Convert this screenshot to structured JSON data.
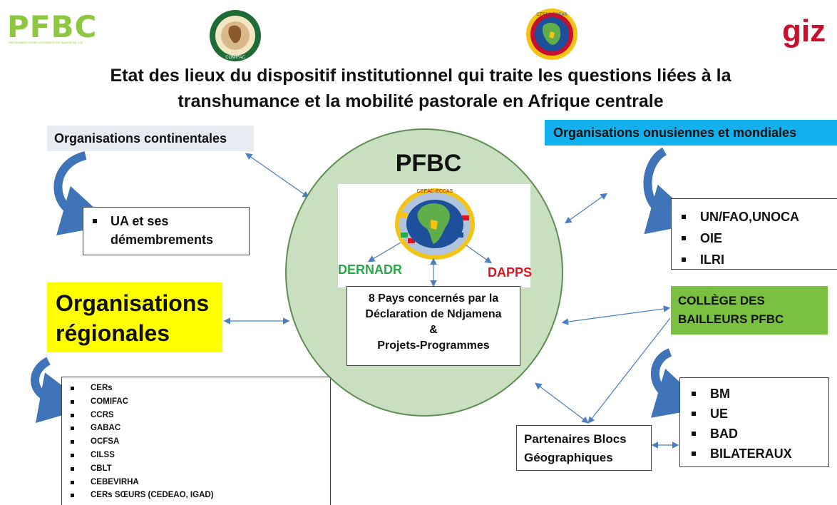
{
  "logos": {
    "pfbc_text": "PFBC",
    "pfbc_tagline": "PARTENARIAT POUR LES FORETS DU BASSIN DU CONGO",
    "comifac_ring": "COMIFAC",
    "ceeac_ring": "CEEAC-ECCAS",
    "giz_text": "giz"
  },
  "title_line1": "Etat des lieux du dispositif institutionnel qui traite les questions liées à la",
  "title_line2": "transhumance et la mobilité pastorale en Afrique centrale",
  "continental": {
    "header": "Organisations continentales",
    "items": [
      "UA et ses",
      "démembrements"
    ]
  },
  "regional": {
    "header_line1": "Organisations",
    "header_line2": "régionales",
    "items": [
      "CERs",
      "COMIFAC",
      "CCRS",
      "GABAC",
      "OCFSA",
      "CILSS",
      "CBLT",
      "CEBEVIRHA",
      "CERs SŒURS (CEDEAO, IGAD)"
    ]
  },
  "onu": {
    "header": "Organisations onusiennes et mondiales",
    "items": [
      "UN/FAO,UNOCA",
      "OIE",
      "ILRI"
    ]
  },
  "center": {
    "title": "PFBC",
    "left_label": "DERNADR",
    "right_label": "DAPPS",
    "box_line1": "8 Pays concernés par la",
    "box_line2": "Déclaration de Ndjamena",
    "box_line3": "&",
    "box_line4": "Projets-Programmes"
  },
  "college": {
    "line1": "COLLÈGE DES",
    "line2": "BAILLEURS PFBC",
    "items": [
      "BM",
      "UE",
      "BAD",
      "BILATERAUX"
    ]
  },
  "partenaires": {
    "line1": "Partenaires Blocs",
    "line2": "Géographiques"
  },
  "colors": {
    "pfbc_green": "#8dc63f",
    "giz_red": "#c8102e",
    "onu_blue": "#13b0ee",
    "regional_yellow": "#ffff00",
    "college_green": "#7ac142",
    "circle_fill": "#c8e0bf",
    "dernadr_green": "#2aa84a",
    "dapps_red": "#e0141e",
    "arrow_blue": "#4a7fc1"
  }
}
